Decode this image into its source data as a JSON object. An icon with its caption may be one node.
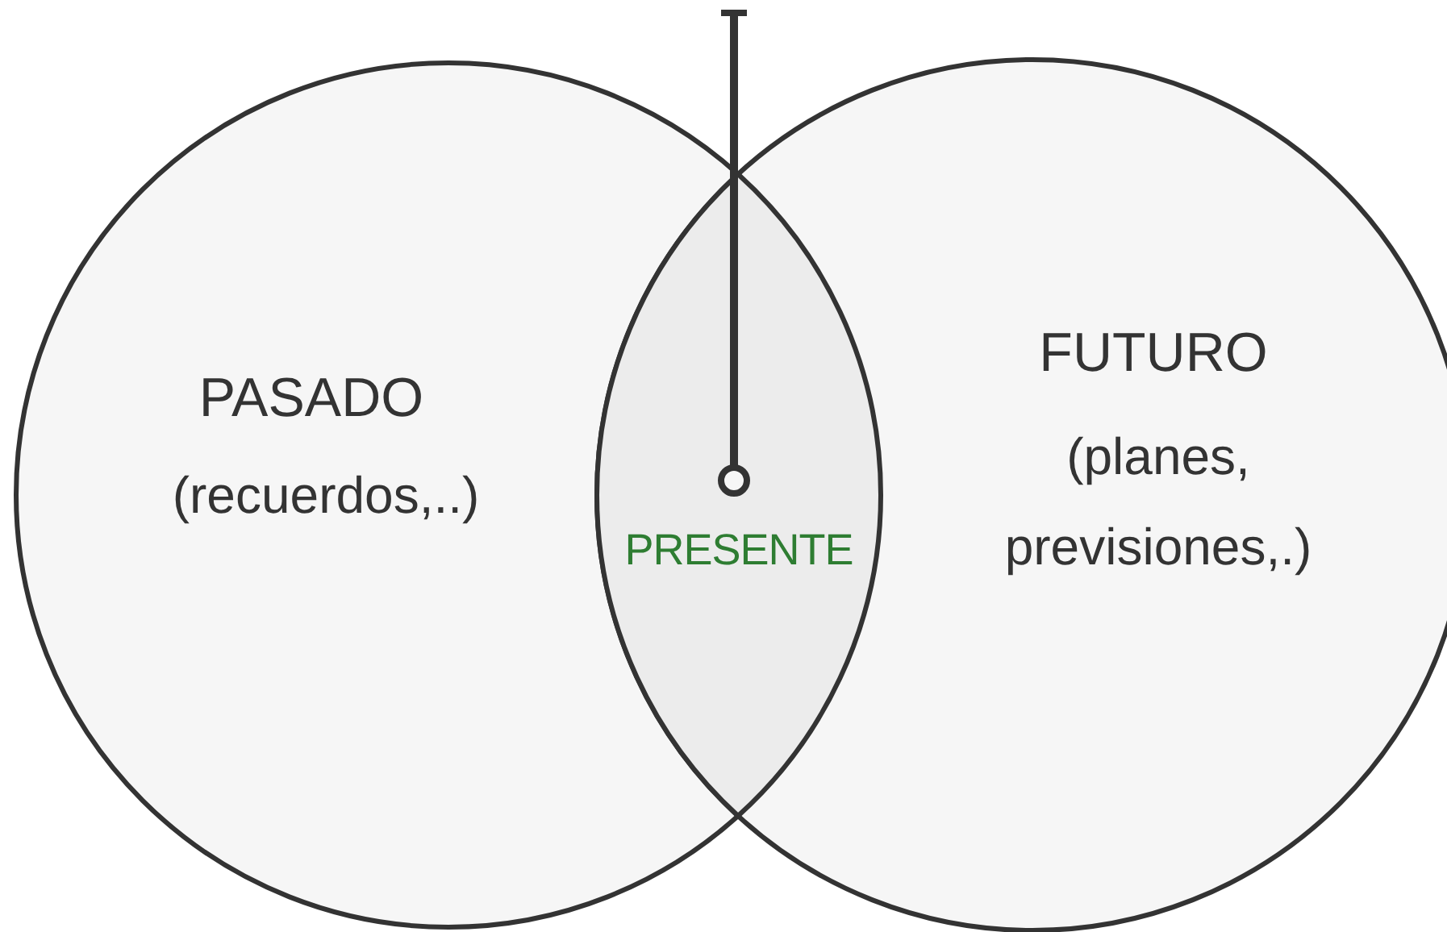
{
  "diagram": {
    "nodes": [
      {
        "text": [
          "PASADO",
          "(recuerdos,..)"
        ]
      },
      {
        "text": [
          "FUTURO",
          "(planes, previsiones,.)"
        ]
      },
      {
        "text": [
          "PRESENTE"
        ]
      }
    ],
    "edges": [
      {
        "from": null,
        "to": 2,
        "arrow": "other"
      }
    ]
  }
}
